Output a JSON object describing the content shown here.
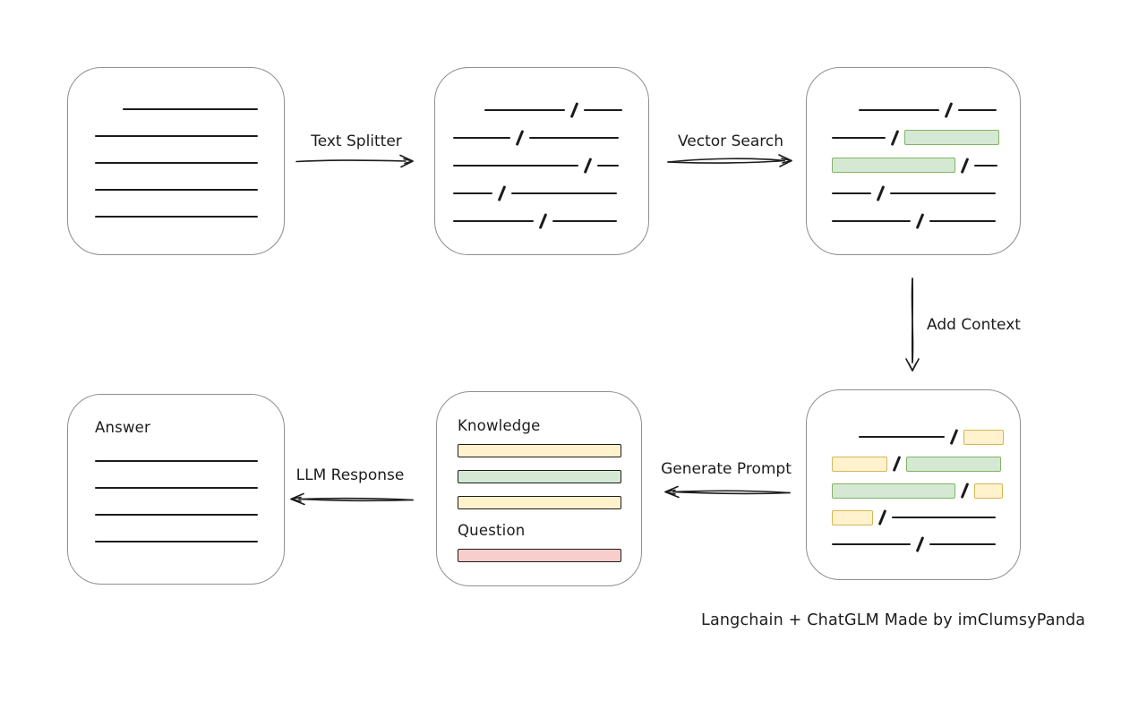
{
  "caption": "Langchain + ChatGLM Made by imClumsyPanda",
  "colors": {
    "line": "#1c1c1c",
    "box_border": "#8f8f8f",
    "green_fill": "#d5e8d4",
    "green_border": "#82b366",
    "yellow_fill": "#fff2cc",
    "yellow_border": "#d6b656",
    "red_fill": "#f8cecc",
    "red_border": "#b85450"
  },
  "arrows": {
    "text_splitter": "Text Splitter",
    "vector_search": "Vector Search",
    "add_context": "Add Context",
    "generate_prompt": "Generate Prompt",
    "llm_response": "LLM Response"
  },
  "doc_box": {
    "rows": [
      [
        {
          "t": "line",
          "w": 151,
          "ml": 31
        }
      ],
      [
        {
          "t": "line",
          "w": 182
        }
      ],
      [
        {
          "t": "line",
          "w": 182
        }
      ],
      [
        {
          "t": "line",
          "w": 182
        }
      ],
      [
        {
          "t": "line",
          "w": 182
        }
      ]
    ]
  },
  "chunks_box": {
    "rows": [
      [
        {
          "t": "line",
          "w": 90,
          "ml": 35
        },
        {
          "t": "slash"
        },
        {
          "t": "line",
          "w": 43
        }
      ],
      [
        {
          "t": "line",
          "w": 64
        },
        {
          "t": "slash"
        },
        {
          "t": "line",
          "w": 100
        }
      ],
      [
        {
          "t": "line",
          "w": 140
        },
        {
          "t": "slash"
        },
        {
          "t": "line",
          "w": 24
        }
      ],
      [
        {
          "t": "line",
          "w": 44
        },
        {
          "t": "slash"
        },
        {
          "t": "line",
          "w": 118
        }
      ],
      [
        {
          "t": "line",
          "w": 90
        },
        {
          "t": "slash"
        },
        {
          "t": "line",
          "w": 72
        }
      ]
    ]
  },
  "matched_box": {
    "rows": [
      [
        {
          "t": "line",
          "w": 90,
          "ml": 30
        },
        {
          "t": "slash"
        },
        {
          "t": "line",
          "w": 43
        }
      ],
      [
        {
          "t": "line",
          "w": 60
        },
        {
          "t": "slash"
        },
        {
          "t": "hl",
          "c": "green",
          "w": 106
        }
      ],
      [
        {
          "t": "hl",
          "c": "green",
          "w": 138
        },
        {
          "t": "slash"
        },
        {
          "t": "line",
          "w": 26
        }
      ],
      [
        {
          "t": "line",
          "w": 44
        },
        {
          "t": "slash"
        },
        {
          "t": "line",
          "w": 118
        }
      ],
      [
        {
          "t": "line",
          "w": 88
        },
        {
          "t": "slash"
        },
        {
          "t": "line",
          "w": 74
        }
      ]
    ]
  },
  "context_box": {
    "rows": [
      [
        {
          "t": "line",
          "w": 96,
          "ml": 30
        },
        {
          "t": "slash"
        },
        {
          "t": "hl",
          "c": "yellow",
          "w": 45
        }
      ],
      [
        {
          "t": "hl",
          "c": "yellow",
          "w": 62
        },
        {
          "t": "slash"
        },
        {
          "t": "hl",
          "c": "green",
          "w": 106
        }
      ],
      [
        {
          "t": "hl",
          "c": "green",
          "w": 138
        },
        {
          "t": "slash"
        },
        {
          "t": "hl",
          "c": "yellow",
          "w": 32
        }
      ],
      [
        {
          "t": "hl",
          "c": "yellow",
          "w": 46
        },
        {
          "t": "slash"
        },
        {
          "t": "line",
          "w": 116
        }
      ],
      [
        {
          "t": "line",
          "w": 88
        },
        {
          "t": "slash"
        },
        {
          "t": "line",
          "w": 74
        }
      ]
    ]
  },
  "prompt_box": {
    "knowledge_label": "Knowledge",
    "question_label": "Question",
    "knowledge_bars": [
      "yellow",
      "green",
      "yellow"
    ],
    "question_bars": [
      "red"
    ]
  },
  "answer_box": {
    "label": "Answer",
    "rows": [
      [
        {
          "t": "line",
          "w": 182
        }
      ],
      [
        {
          "t": "line",
          "w": 182
        }
      ],
      [
        {
          "t": "line",
          "w": 182
        }
      ],
      [
        {
          "t": "line",
          "w": 182
        }
      ]
    ]
  }
}
